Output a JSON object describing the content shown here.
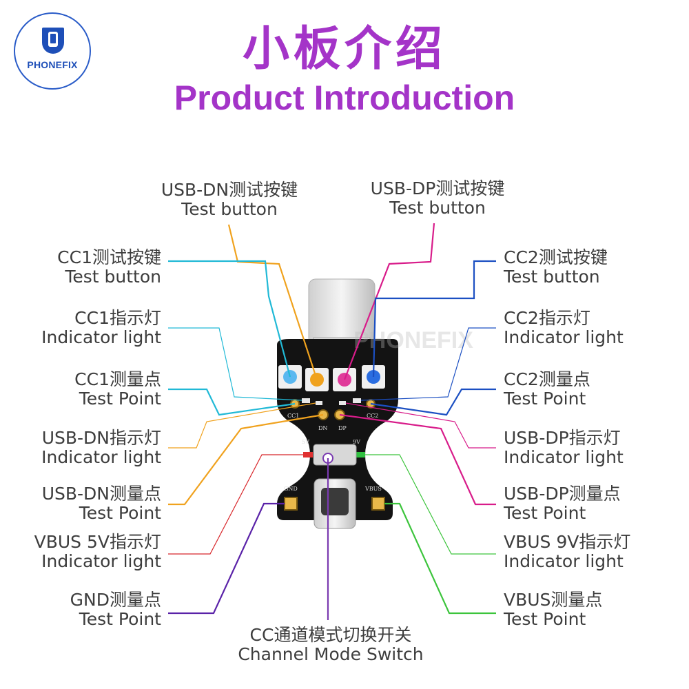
{
  "logo": {
    "brand": "PHONEFIX"
  },
  "title": {
    "cn": "小板介绍",
    "en": "Product Introduction"
  },
  "watermark": "PHONEFIX",
  "board": {
    "silk_cc1": "CC1",
    "silk_cc2": "CC2",
    "silk_dn": "DN",
    "silk_dp": "DP",
    "silk_5v": "5V",
    "silk_9v": "9V",
    "silk_gnd": "GND",
    "silk_vbus": "VBUS"
  },
  "labels": {
    "usb_dn_btn": {
      "cn": "USB-DN测试按键",
      "en": "Test button"
    },
    "usb_dp_btn": {
      "cn": "USB-DP测试按键",
      "en": "Test button"
    },
    "cc1_btn": {
      "cn": "CC1测试按键",
      "en": "Test button"
    },
    "cc2_btn": {
      "cn": "CC2测试按键",
      "en": "Test button"
    },
    "cc1_led": {
      "cn": "CC1指示灯",
      "en": "Indicator light"
    },
    "cc2_led": {
      "cn": "CC2指示灯",
      "en": "Indicator light"
    },
    "cc1_tp": {
      "cn": "CC1测量点",
      "en": "Test Point"
    },
    "cc2_tp": {
      "cn": "CC2测量点",
      "en": "Test Point"
    },
    "dn_led": {
      "cn": "USB-DN指示灯",
      "en": "Indicator light"
    },
    "dp_led": {
      "cn": "USB-DP指示灯",
      "en": "Indicator light"
    },
    "dn_tp": {
      "cn": "USB-DN测量点",
      "en": "Test Point"
    },
    "dp_tp": {
      "cn": "USB-DP测量点",
      "en": "Test Point"
    },
    "v5_led": {
      "cn": "VBUS 5V指示灯",
      "en": "Indicator light"
    },
    "v9_led": {
      "cn": "VBUS 9V指示灯",
      "en": "Indicator light"
    },
    "gnd_tp": {
      "cn": "GND测量点",
      "en": "Test Point"
    },
    "vbus_tp": {
      "cn": "VBUS测量点",
      "en": "Test Point"
    },
    "switch": {
      "cn": "CC通道模式切换开关",
      "en": "Channel Mode Switch"
    }
  },
  "colors": {
    "title": "#a434c8",
    "cyan": "#21b9d6",
    "orange": "#f0a21e",
    "magenta": "#d81c8a",
    "blue": "#1b4fc2",
    "red": "#d8262a",
    "green": "#3cc43c",
    "purple": "#5a22a8",
    "board": "#131313"
  }
}
